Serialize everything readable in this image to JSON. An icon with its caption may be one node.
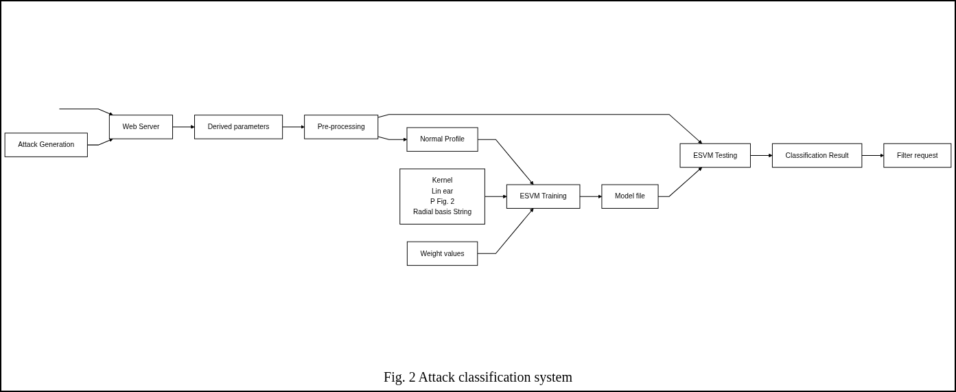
{
  "diagram": {
    "caption": "Fig. 2 Attack classification system",
    "nodes": [
      {
        "text": [
          "Web Server"
        ]
      },
      {
        "text": [
          "Derived parameters"
        ]
      },
      {
        "text": [
          "Pre-processing"
        ]
      },
      {
        "text": [
          "Normal Profile"
        ]
      },
      {
        "text": [
          "Attack Generation"
        ]
      },
      {
        "text": [
          "ESVM Testing"
        ]
      },
      {
        "text": [
          "Model file"
        ]
      },
      {
        "text": [
          "ESVM Training"
        ]
      },
      {
        "text": [
          "Kernel",
          "Lin ear",
          "P Fig. 2",
          "Radial basis String"
        ]
      },
      {
        "text": [
          "Classification Result"
        ]
      },
      {
        "text": [
          "Filter request"
        ]
      },
      {
        "text": [
          "Weight values"
        ]
      }
    ],
    "edges": [
      {
        "from": null,
        "to": 0,
        "arrow": "to"
      },
      {
        "from": 0,
        "to": 1,
        "arrow": "to"
      },
      {
        "from": 1,
        "to": 2,
        "arrow": "to"
      },
      {
        "from": 2,
        "to": 3,
        "arrow": "to"
      },
      {
        "from": 4,
        "to": 0,
        "arrow": "to"
      },
      {
        "from": 2,
        "to": 5,
        "arrow": "to"
      },
      {
        "from": 3,
        "to": 7,
        "arrow": "to"
      },
      {
        "from": 8,
        "to": 7,
        "arrow": "to"
      },
      {
        "from": 7,
        "to": 6,
        "arrow": "to"
      },
      {
        "from": 6,
        "to": 5,
        "arrow": "to"
      },
      {
        "from": 5,
        "to": 9,
        "arrow": "to"
      },
      {
        "from": 9,
        "to": 10,
        "arrow": "to"
      },
      {
        "from": 11,
        "to": 7,
        "arrow": "to"
      }
    ]
  }
}
